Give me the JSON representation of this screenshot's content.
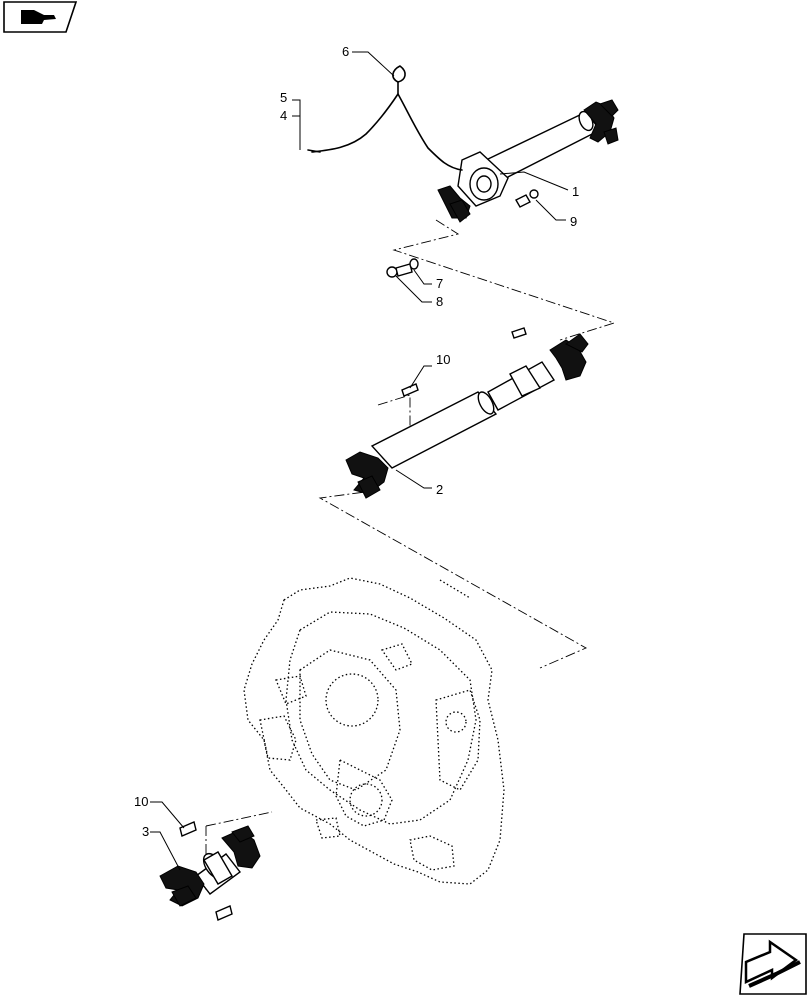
{
  "nav": {
    "top_icon": "hand-pointer-icon",
    "bottom_icon": "next-arrow-icon"
  },
  "callouts": {
    "c1": "1",
    "c2": "2",
    "c3": "3",
    "c4": "4",
    "c5": "5",
    "c6": "6",
    "c7": "7",
    "c8": "8",
    "c9": "9",
    "c10a": "10",
    "c10b": "10"
  }
}
